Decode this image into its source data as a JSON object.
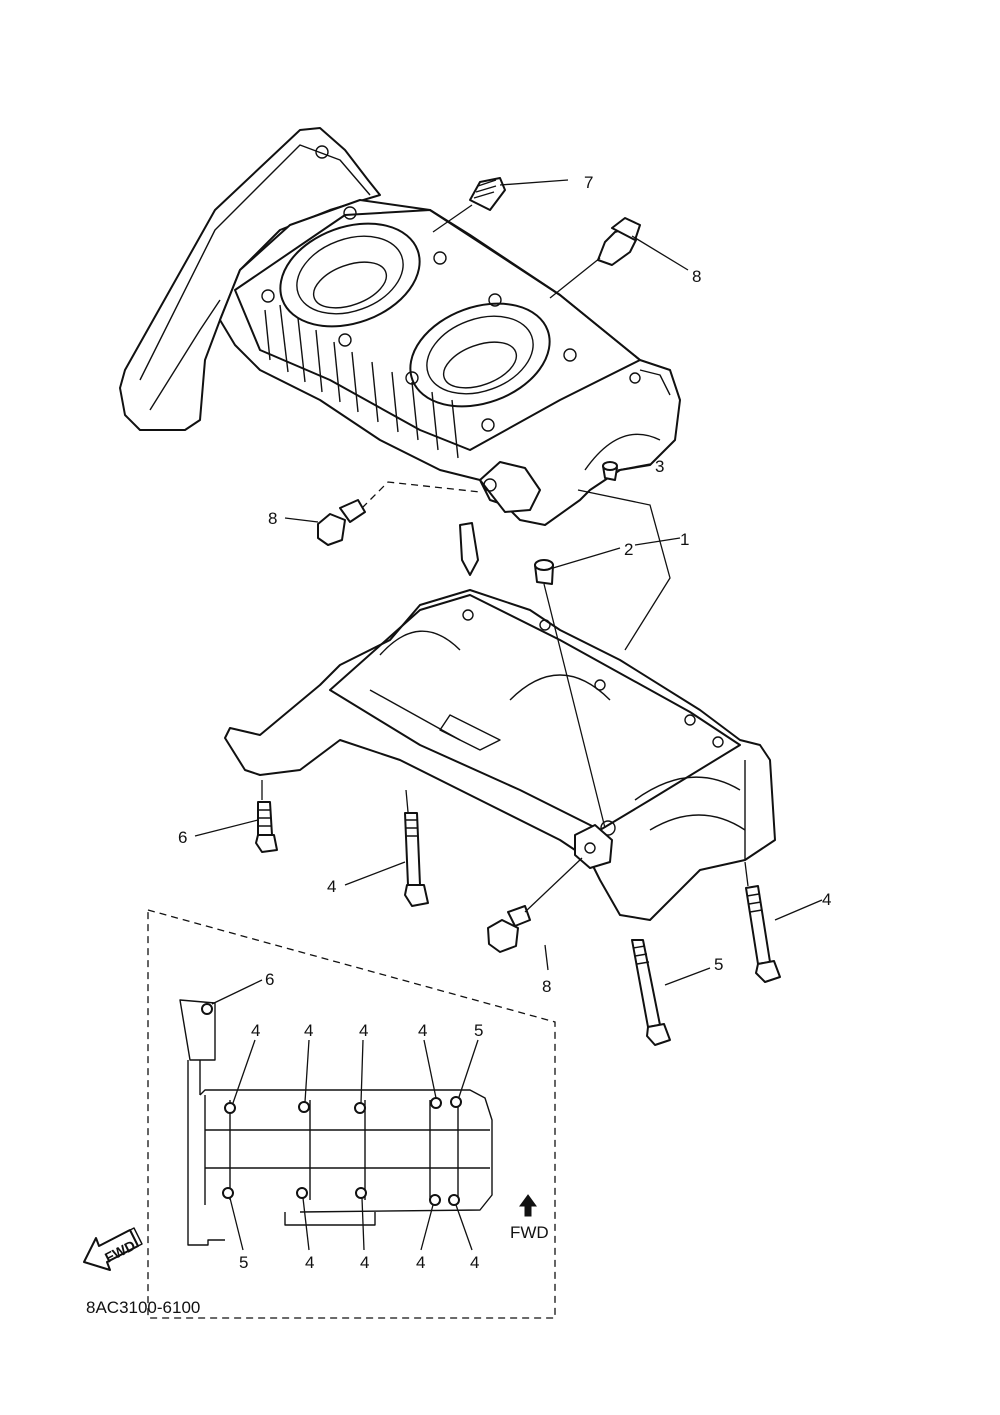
{
  "diagram_code": "8AC3100-6100",
  "callouts": [
    "1",
    "2",
    "3",
    "4",
    "5",
    "6",
    "7",
    "8"
  ],
  "inset": {
    "top_labels": [
      "6",
      "4",
      "4",
      "4",
      "4",
      "5"
    ],
    "bottom_labels": [
      "5",
      "4",
      "4",
      "4",
      "4"
    ],
    "fwd_label": "FWD"
  },
  "fwd_arrow_label": "FWD",
  "line_color": "#111111",
  "background": "#ffffff"
}
